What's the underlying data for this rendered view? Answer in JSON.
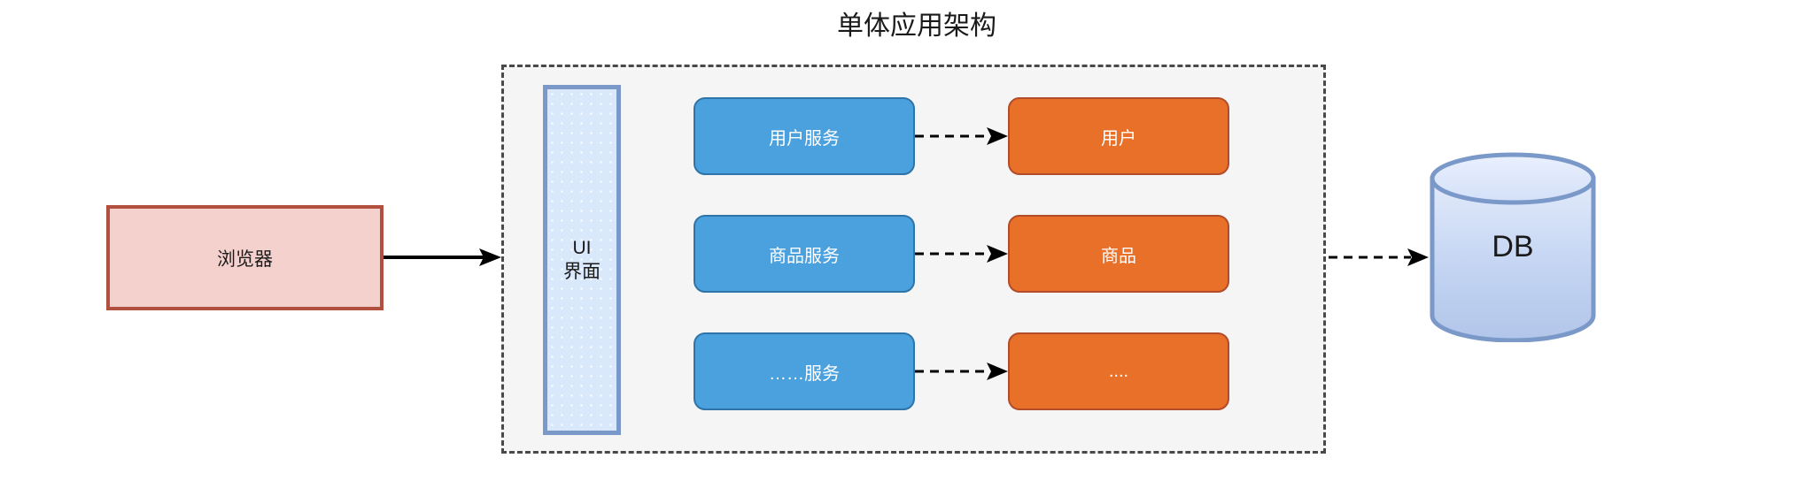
{
  "diagram": {
    "title": "单体应用架构",
    "client": {
      "label": "浏览器",
      "fill": "#f5d1ce",
      "stroke": "#b1503f"
    },
    "container": {
      "name": "monolithic-application-boundary",
      "fill": "#f5f5f5",
      "stroke": "#494949",
      "border_style": "dashed"
    },
    "ui_panel": {
      "line1": "UI",
      "line2": "界面",
      "fill": "#dae8fc",
      "stroke": "#7a98c8"
    },
    "services": [
      {
        "label": "用户服务",
        "fill": "#4ba1dd",
        "stroke": "#2e74a8"
      },
      {
        "label": "商品服务",
        "fill": "#4ba1dd",
        "stroke": "#2e74a8"
      },
      {
        "label": "……服务",
        "fill": "#4ba1dd",
        "stroke": "#2e74a8"
      }
    ],
    "entities": [
      {
        "label": "用户",
        "fill": "#e87028",
        "stroke": "#b24c2a"
      },
      {
        "label": "商品",
        "fill": "#e87028",
        "stroke": "#b24c2a"
      },
      {
        "label": "....",
        "fill": "#e87028",
        "stroke": "#b24c2a"
      }
    ],
    "database": {
      "label": "DB",
      "fill_top": "#dce6fa",
      "fill_bottom": "#aec4e8",
      "stroke": "#7a98c8"
    },
    "connections": [
      {
        "name": "browser-to-app",
        "style": "solid",
        "arrow": "filled"
      },
      {
        "name": "user-service-to-user",
        "style": "dashed",
        "arrow": "filled"
      },
      {
        "name": "product-service-to-product",
        "style": "dashed",
        "arrow": "filled"
      },
      {
        "name": "other-service-to-other",
        "style": "dashed",
        "arrow": "filled"
      },
      {
        "name": "app-to-db",
        "style": "dashed",
        "arrow": "filled"
      }
    ]
  }
}
